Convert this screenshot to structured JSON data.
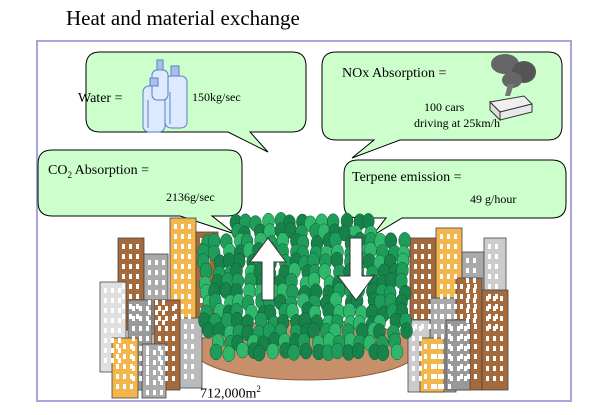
{
  "title": "Heat and material exchange",
  "bubbles": {
    "water": {
      "label": "Water =",
      "value": "150kg/sec"
    },
    "nox": {
      "label": "NOx Absorption =",
      "value_line1": "100 cars",
      "value_line2": "driving at 25km/h"
    },
    "co2": {
      "label_prefix": "CO",
      "label_sub": "2",
      "label_suffix": " Absorption =",
      "value": "2136g/sec"
    },
    "terpene": {
      "label": "Terpene emission =",
      "value": "49 g/hour"
    }
  },
  "area": {
    "value": "712,000m",
    "unit_sup": "2"
  },
  "colors": {
    "bubble_fill": "#ccffcc",
    "frame_border": "#a6a6dc",
    "tree": "#1f9c5a",
    "ground": "#c8906a"
  }
}
